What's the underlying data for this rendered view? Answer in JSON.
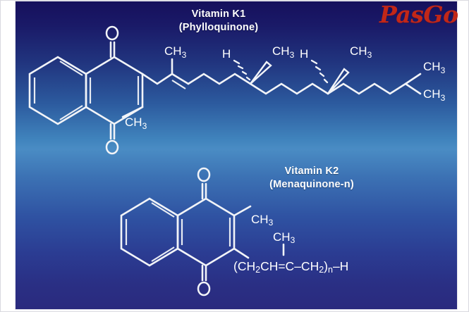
{
  "slide": {
    "background_top_color": "#16105c",
    "background_mid_color": "#4a8cc4",
    "background_bottom_color": "#2a2a7e",
    "structure_line_color": "#f2f4f8",
    "watermark": {
      "text": "PasGo",
      "color": "#c22718"
    }
  },
  "k1": {
    "title_line1": "Vitamin K1",
    "title_line2": "(Phylloquinone)",
    "labels": {
      "oxygen_top": "O",
      "oxygen_bottom": "O",
      "ring_methyl": "CH",
      "ring_methyl_sub": "3",
      "chain_methyl_1": "CH",
      "chain_methyl_1_sub": "3",
      "stereo_h_1": "H",
      "stereo_methyl_1": "CH",
      "stereo_methyl_1_sub": "3",
      "stereo_h_2": "H",
      "stereo_methyl_2": "CH",
      "stereo_methyl_2_sub": "3",
      "terminal_methyl_a": "CH",
      "terminal_methyl_a_sub": "3",
      "terminal_methyl_b": "CH",
      "terminal_methyl_b_sub": "3"
    }
  },
  "k2": {
    "title_line1": "Vitamin K2",
    "title_line2": "(Menaquinone-n)",
    "labels": {
      "oxygen_top": "O",
      "oxygen_bottom": "O",
      "ring_methyl": "CH",
      "ring_methyl_sub": "3",
      "chain_branch_methyl": "CH",
      "chain_branch_methyl_sub": "3"
    },
    "side_chain_formula": {
      "open_paren": "(CH",
      "sub_1": "2",
      "seg_1": "CH=C",
      "dash_1": "–CH",
      "sub_2": "2",
      "close_paren": ")",
      "sub_n": "n",
      "tail": "–H"
    }
  }
}
